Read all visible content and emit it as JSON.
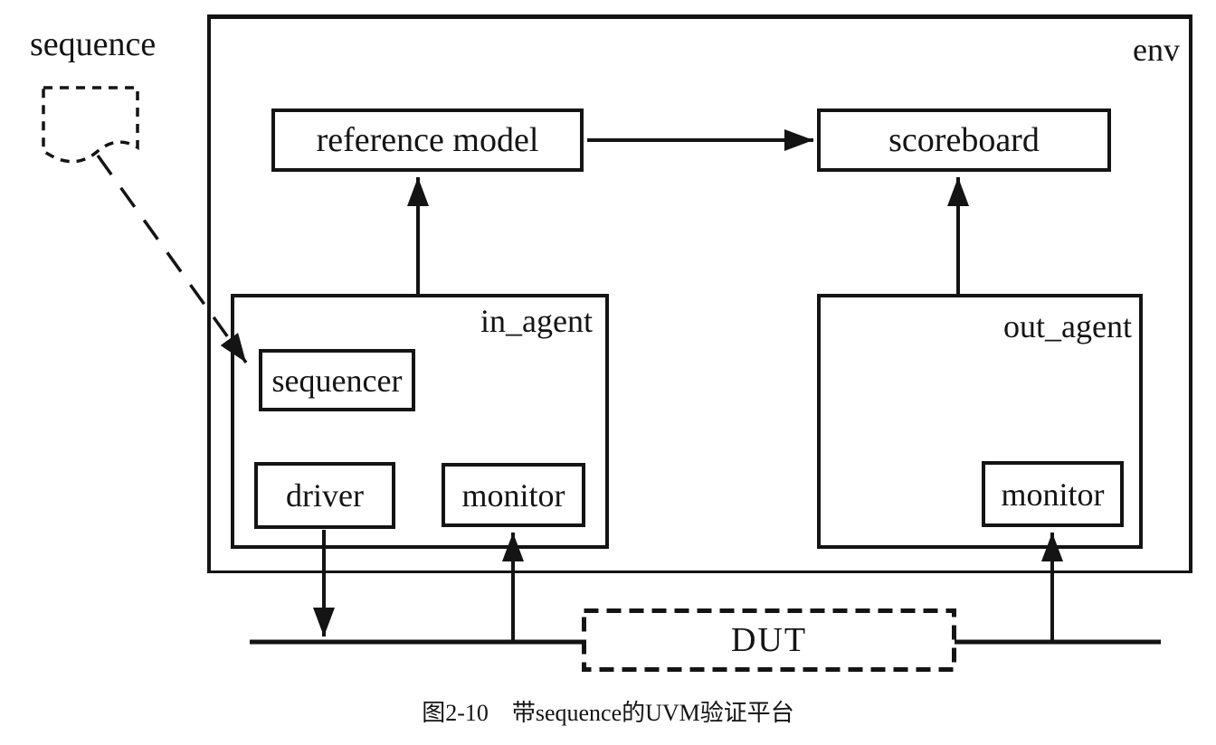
{
  "page": {
    "background": "#ffffff",
    "ink": "#141414"
  },
  "diagram": {
    "sequence": {
      "label": "sequence"
    },
    "env": {
      "label": "env"
    },
    "reference_model": {
      "label": "reference model"
    },
    "scoreboard": {
      "label": "scoreboard"
    },
    "in_agent": {
      "label": "in_agent",
      "sequencer": {
        "label": "sequencer"
      },
      "driver": {
        "label": "driver"
      },
      "monitor": {
        "label": "monitor"
      }
    },
    "out_agent": {
      "label": "out_agent",
      "monitor": {
        "label": "monitor"
      }
    },
    "dut": {
      "label": "DUT"
    },
    "connections": [
      "sequence -> sequencer (dashed arrow)",
      "in_agent -> reference model (arrow up)",
      "reference model -> scoreboard (arrow right)",
      "out_agent -> scoreboard (arrow up)",
      "driver -> DUT bus (arrow down)",
      "DUT bus -> in_agent monitor (arrow up)",
      "DUT bus -> out_agent monitor (arrow up)"
    ]
  },
  "caption": {
    "text": "图2-10　带sequence的UVM验证平台"
  }
}
